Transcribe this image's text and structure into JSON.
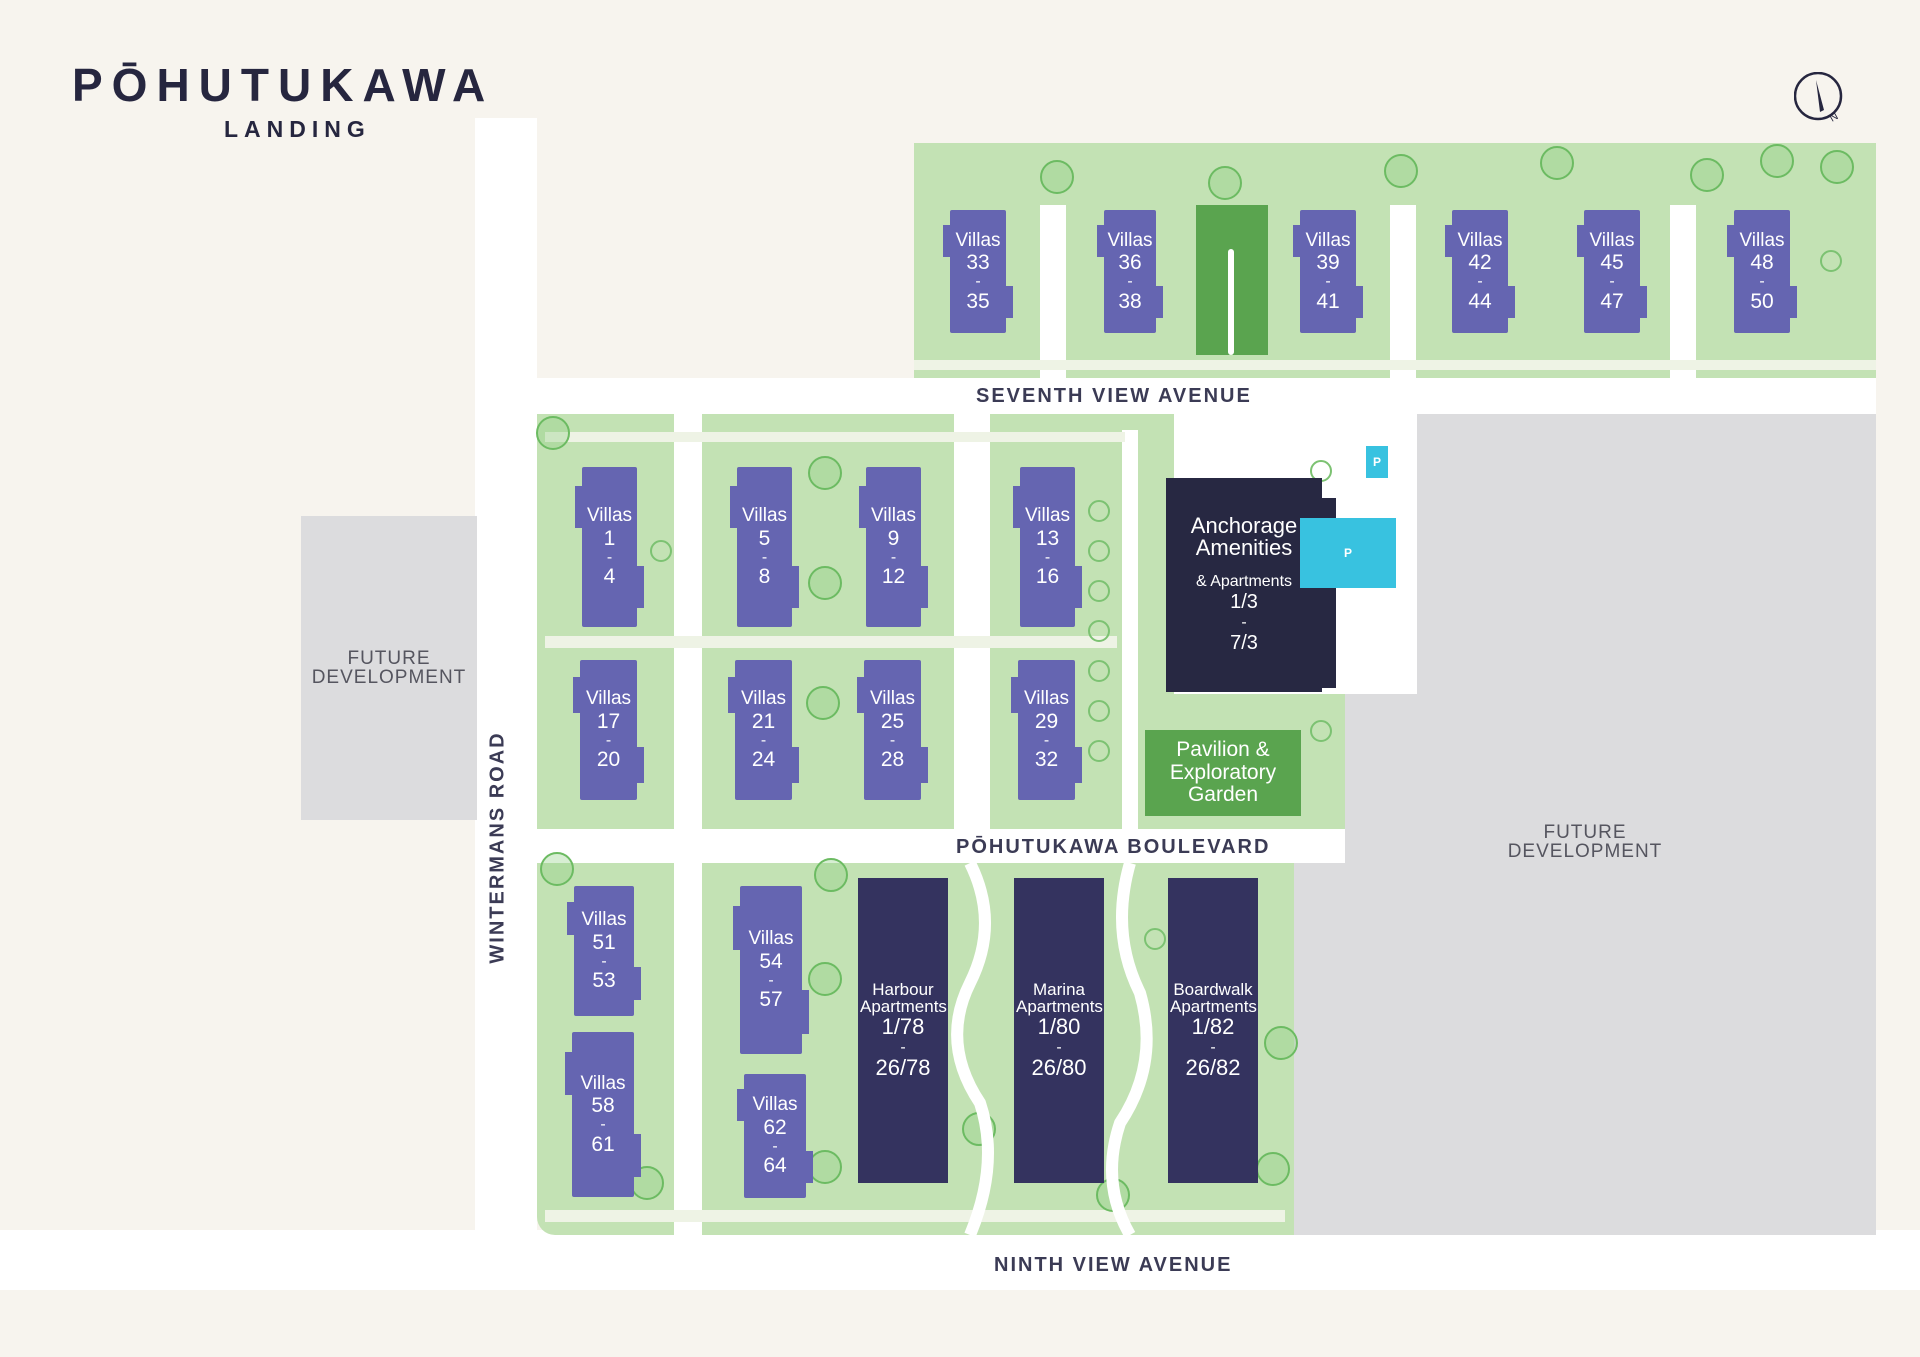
{
  "logo": {
    "title": "PŌHUTUKAWA",
    "subtitle": "LANDING"
  },
  "compass": {
    "icon": "north-arrow-icon",
    "label": "N"
  },
  "roads": {
    "seventh": "SEVENTH VIEW AVENUE",
    "boulevard": "PŌHUTUKAWA BOULEVARD",
    "ninth": "NINTH VIEW AVENUE",
    "wintermans": "WINTERMANS ROAD"
  },
  "future_left": "FUTURE DEVELOPMENT",
  "future_right": "FUTURE DEVELOPMENT",
  "villas": [
    {
      "label": "Villas",
      "from": "1",
      "to": "4"
    },
    {
      "label": "Villas",
      "from": "5",
      "to": "8"
    },
    {
      "label": "Villas",
      "from": "9",
      "to": "12"
    },
    {
      "label": "Villas",
      "from": "13",
      "to": "16"
    },
    {
      "label": "Villas",
      "from": "17",
      "to": "20"
    },
    {
      "label": "Villas",
      "from": "21",
      "to": "24"
    },
    {
      "label": "Villas",
      "from": "25",
      "to": "28"
    },
    {
      "label": "Villas",
      "from": "29",
      "to": "32"
    },
    {
      "label": "Villas",
      "from": "33",
      "to": "35"
    },
    {
      "label": "Villas",
      "from": "36",
      "to": "38"
    },
    {
      "label": "Villas",
      "from": "39",
      "to": "41"
    },
    {
      "label": "Villas",
      "from": "42",
      "to": "44"
    },
    {
      "label": "Villas",
      "from": "45",
      "to": "47"
    },
    {
      "label": "Villas",
      "from": "48",
      "to": "50"
    },
    {
      "label": "Villas",
      "from": "51",
      "to": "53"
    },
    {
      "label": "Villas",
      "from": "54",
      "to": "57"
    },
    {
      "label": "Villas",
      "from": "58",
      "to": "61"
    },
    {
      "label": "Villas",
      "from": "62",
      "to": "64"
    }
  ],
  "dash": "-",
  "anchorage": {
    "name": "Anchorage Amenities",
    "sub": "& Apartments",
    "from": "1/3",
    "to": "7/3"
  },
  "pavilion": {
    "name": "Pavilion & Exploratory Garden"
  },
  "parking": {
    "label": "P"
  },
  "apartments": [
    {
      "name": "Harbour Apartments",
      "from": "1/78",
      "to": "26/78"
    },
    {
      "name": "Marina Apartments",
      "from": "1/80",
      "to": "26/80"
    },
    {
      "name": "Boardwalk Apartments",
      "from": "1/82",
      "to": "26/82"
    }
  ],
  "colors": {
    "villa": "#6565b1",
    "apartment": "#34335f",
    "anchorage": "#272842",
    "grass": "#c3e2b4",
    "pavilion": "#5aa44f",
    "parking": "#38c2e0",
    "future": "#dcdcde"
  }
}
